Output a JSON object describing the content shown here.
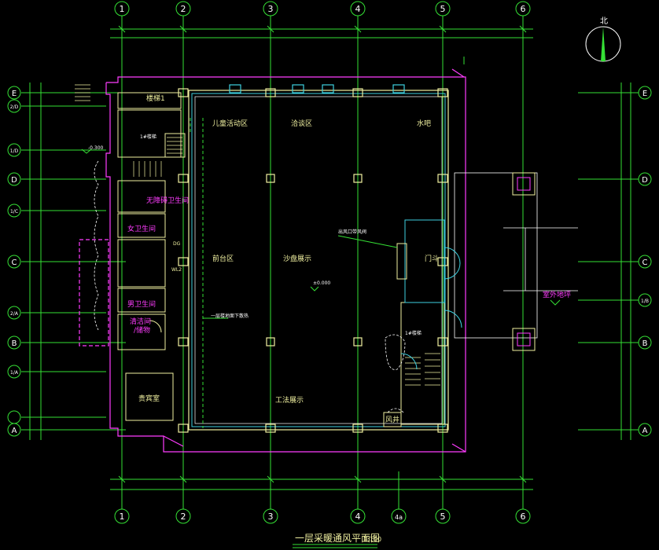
{
  "drawing": {
    "title": "一层采暖通风平面图",
    "title_scale": "1:100",
    "north_label": "北"
  },
  "grid": {
    "columns": [
      "1",
      "2",
      "3",
      "4",
      "5",
      "6"
    ],
    "bottom_extra": "4a",
    "rows_left": [
      "E",
      "D",
      "C",
      "B",
      "A"
    ],
    "rows_left_fraction": [
      "2/D",
      "1/D",
      "1/C",
      "2/A",
      "1/A"
    ],
    "rows_right": [
      "E",
      "D",
      "C",
      "B",
      "A"
    ],
    "rows_right_fraction": "1/B"
  },
  "rooms": [
    {
      "id": "kids",
      "label": "儿童活动区"
    },
    {
      "id": "lounge",
      "label": "洽谈区"
    },
    {
      "id": "bar",
      "label": "水吧"
    },
    {
      "id": "front",
      "label": "前台区"
    },
    {
      "id": "sandtable",
      "label": "沙盘展示"
    },
    {
      "id": "vestibule",
      "label": "门斗"
    },
    {
      "id": "craft",
      "label": "工法展示"
    },
    {
      "id": "stairs1",
      "label": "楼梯1"
    },
    {
      "id": "barrierfree",
      "label": "无障碍卫生间"
    },
    {
      "id": "women",
      "label": "女卫生间"
    },
    {
      "id": "men",
      "label": "男卫生间"
    },
    {
      "id": "cleaning",
      "label": "清洁间"
    },
    {
      "id": "cleaning2",
      "label": "/储物"
    },
    {
      "id": "lounge_vip",
      "label": "贵宾室"
    },
    {
      "id": "wind",
      "label": "风井"
    },
    {
      "id": "outdoor",
      "label": "室外地坪"
    },
    {
      "id": "stair_label_1",
      "label": "1#楼梯"
    },
    {
      "id": "stair_label_2",
      "label": "1#楼梯"
    }
  ],
  "annotations": {
    "level_1": "±0.000",
    "level_2": "-0.300",
    "duct_note": "出风口带风阀",
    "hvac_note": "一层楼地面下散热",
    "wall_tag_1": "DG",
    "wall_tag_2": "WL2"
  }
}
